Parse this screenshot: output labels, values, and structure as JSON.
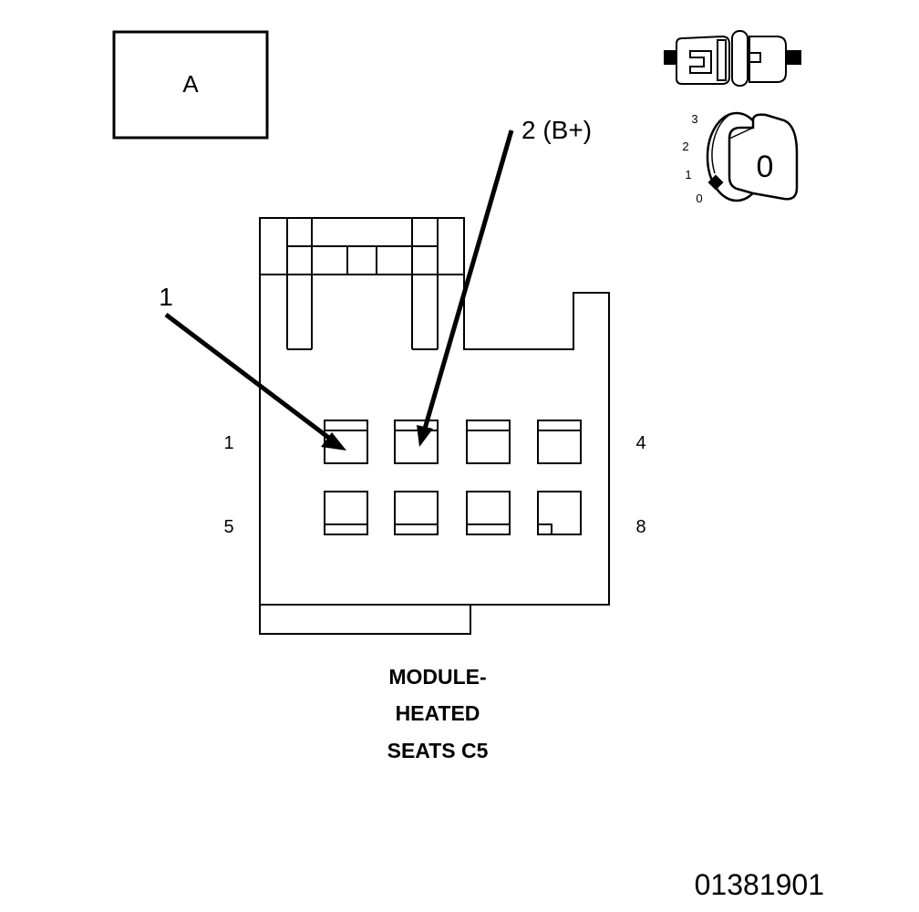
{
  "view_label": "A",
  "callouts": {
    "pin1": "1",
    "pin2": "2 (B+)"
  },
  "pin_row_labels": {
    "top_left": "1",
    "top_right": "4",
    "bottom_left": "5",
    "bottom_right": "8"
  },
  "ignition_switch": {
    "positions": [
      "3",
      "2",
      "1",
      "0"
    ],
    "key_position": "0",
    "icon": "ignition-key-icon"
  },
  "connector_icon": "connector-unlocked-icon",
  "caption": {
    "line1": "MODULE-",
    "line2": "HEATED",
    "line3": "SEATS C5"
  },
  "figure_number": "01381901"
}
